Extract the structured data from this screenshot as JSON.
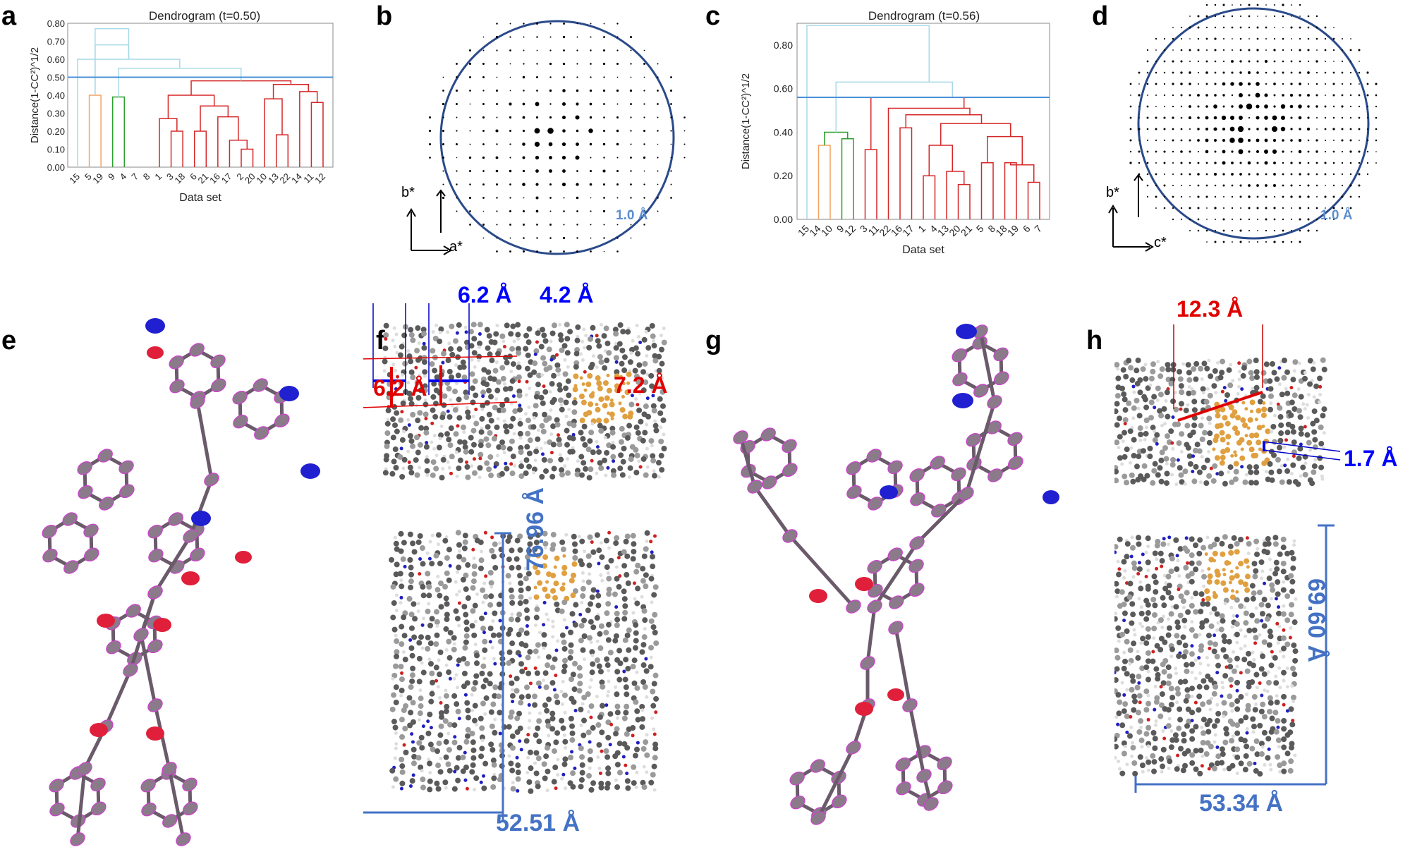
{
  "panel_letters": [
    "a",
    "b",
    "c",
    "d",
    "e",
    "f",
    "g",
    "h"
  ],
  "chart_data": [
    {
      "type": "dendrogram",
      "panel": "a",
      "title": "Dendrogram (t=0.50)",
      "xlabel": "Data set",
      "ylabel": "Distance(1-CC²)^1/2",
      "ylim": [
        0.0,
        0.8
      ],
      "yticks": [
        "0.00",
        "0.10",
        "0.20",
        "0.30",
        "0.40",
        "0.50",
        "0.60",
        "0.70",
        "0.80"
      ],
      "leaves": [
        "15",
        "5",
        "19",
        "9",
        "4",
        "7",
        "8",
        "1",
        "3",
        "18",
        "6",
        "21",
        "16",
        "17",
        "2",
        "20",
        "10",
        "13",
        "22",
        "14",
        "11",
        "12"
      ],
      "threshold": 0.5,
      "cluster_colors": [
        "#f4a261",
        "#2ca02c",
        "#d62728"
      ],
      "merges": [
        {
          "left": 3,
          "right": 4,
          "height": 0.39,
          "color": "green"
        },
        {
          "left": 1,
          "right": 2,
          "height": 0.4,
          "color": "orange"
        },
        {
          "left": 14,
          "right": 15,
          "height": 0.1,
          "color": "red"
        },
        {
          "left": 13,
          "right": "14-15",
          "height": 0.15,
          "color": "red"
        },
        {
          "left": 8,
          "right": 9,
          "height": 0.2,
          "color": "red"
        },
        {
          "left": 10,
          "right": 11,
          "height": 0.2,
          "color": "red"
        },
        {
          "left": 17,
          "right": 18,
          "height": 0.18,
          "color": "red"
        },
        {
          "left": 7,
          "right": "8-9",
          "height": 0.27,
          "color": "red"
        },
        {
          "left": 12,
          "right": "13-15",
          "height": 0.28,
          "color": "red"
        },
        {
          "left": "10-11",
          "right": "12-15",
          "height": 0.34,
          "color": "red"
        },
        {
          "left": "7-9",
          "right": "10-15",
          "height": 0.4,
          "color": "red"
        },
        {
          "left": 20,
          "right": 21,
          "height": 0.36,
          "color": "red"
        },
        {
          "left": 16,
          "right": "17-18",
          "height": 0.38,
          "color": "red"
        },
        {
          "left": 19,
          "right": "20-21",
          "height": 0.42,
          "color": "red"
        },
        {
          "left": "16-18",
          "right": "19-21",
          "height": 0.46,
          "color": "red"
        },
        {
          "left": "7-15",
          "right": "16-21",
          "height": 0.48,
          "color": "red"
        },
        {
          "left": "3-4",
          "right": "7-21",
          "height": 0.55,
          "color": "lightblue"
        },
        {
          "left": 0,
          "right": "3-21",
          "height": 0.6,
          "color": "lightblue"
        },
        {
          "left": "1-2",
          "right": "0-21",
          "height": 0.68,
          "color": "lightblue"
        },
        {
          "left": "root",
          "right": "",
          "height": 0.77,
          "color": "lightblue"
        }
      ]
    },
    {
      "type": "dendrogram",
      "panel": "c",
      "title": "Dendrogram (t=0.56)",
      "xlabel": "Data set",
      "ylabel": "Distance(1-CC²)^1/2",
      "ylim": [
        0.0,
        0.9
      ],
      "yticks": [
        "0.00",
        "0.20",
        "0.40",
        "0.60",
        "0.80"
      ],
      "leaves": [
        "15",
        "14",
        "10",
        "9",
        "12",
        "3",
        "11",
        "22",
        "16",
        "17",
        "1",
        "4",
        "13",
        "20",
        "21",
        "5",
        "8",
        "18",
        "19",
        "6",
        "7"
      ],
      "threshold": 0.56,
      "cluster_colors": [
        "#f4a261",
        "#2ca02c",
        "#d62728"
      ]
    }
  ],
  "panel_b": {
    "axis_x": "a*",
    "axis_y": "b*",
    "resolution": "1.0 Å"
  },
  "panel_d": {
    "axis_x": "c*",
    "axis_y": "b*",
    "resolution": "1.0 Å"
  },
  "panel_f": {
    "labels_blue": [
      "6.2 Å",
      "4.2 Å"
    ],
    "labels_red": [
      "6.2 Å",
      "7.2 Å"
    ],
    "dim_width": "52.51 Å",
    "dim_height": "76.96 Å"
  },
  "panel_h": {
    "label_red": "12.3 Å",
    "label_blue": "1.7 Å",
    "dim_width": "53.34 Å",
    "dim_height": "69.60 Å"
  },
  "colors": {
    "carbon": "#8a7a8a",
    "oxygen": "#e0203a",
    "nitrogen": "#2020d0",
    "mesh": "#d040d0",
    "highlight": "#e8a030",
    "dim": "#4472c4"
  }
}
